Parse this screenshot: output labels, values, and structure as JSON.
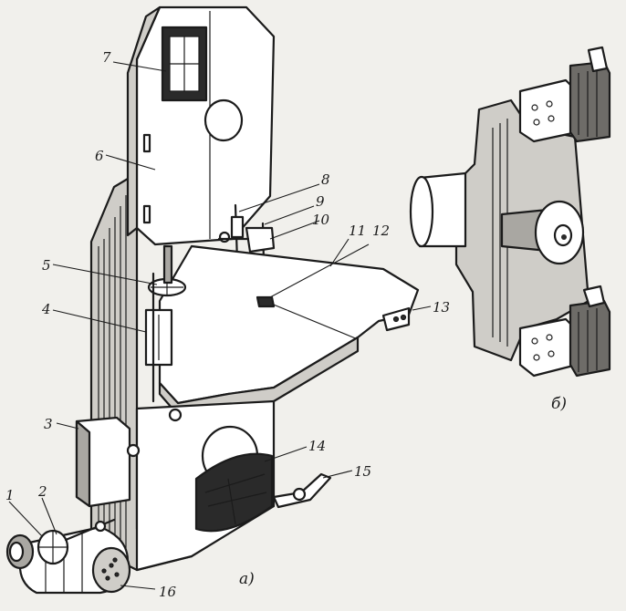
{
  "labels": {
    "l1": "1",
    "l2": "2",
    "l3": "3",
    "l4": "4",
    "l5": "5",
    "l6": "6",
    "l7": "7",
    "l8": "8",
    "l9": "9",
    "l10": "10",
    "l11": "11",
    "l12": "12",
    "l13": "13",
    "l14": "14",
    "l15": "15",
    "l16": "16"
  },
  "captions": {
    "a": "а)",
    "b": "б)"
  }
}
